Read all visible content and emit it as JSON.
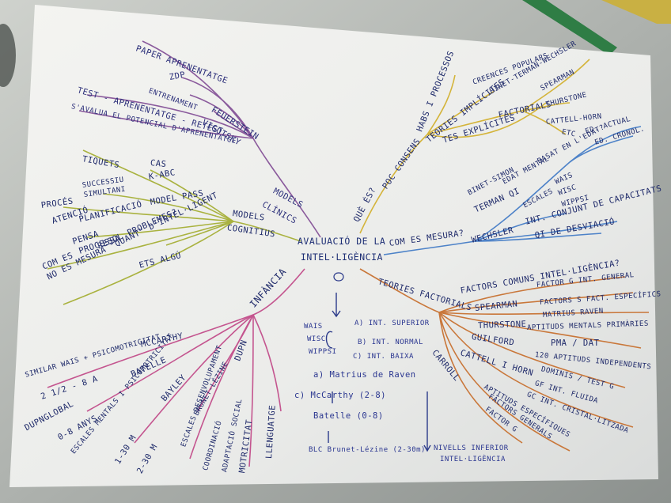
{
  "center": {
    "line1": "Avaluació de la",
    "line2": "Intel·ligència"
  },
  "branches": {
    "models_clinics": {
      "label_1": "Models",
      "label_2": "Clínics",
      "items": [
        "Paper aprenentatge",
        "ZDP",
        "Feuerstein",
        "Entrenament",
        "Vigotsky",
        "Test - aprenentatge - retest",
        "S'avalua el potencial d'aprenentatge"
      ]
    },
    "models_cognitius": {
      "label_1": "Models",
      "label_2": "Cognitius",
      "items": [
        "Tiquets",
        "CAS",
        "K-ABC",
        "Successiu",
        "Simultani",
        "Procés",
        "Atenció",
        "Model PASS",
        "Planificació",
        "Pensa",
        "Processa",
        "Resol problemes?",
        "Com es",
        "No es mesura \"quant\" d'intel·ligent",
        "Ets algú"
      ]
    },
    "que_es": {
      "label_1": "Què és?",
      "label_2": "Poc consens",
      "items": [
        "Habs i processos",
        "Teories implícites",
        "Creences populars",
        "Tes explícites",
        "Binet-Terman-Wechsler",
        "Factorials",
        "Spearman",
        "Thurstone",
        "Cattell-Horn",
        "Etc"
      ]
    },
    "com_es_mesura": {
      "label": "Com es mesura?",
      "items": [
        "Binet-Simon",
        "Edat mental",
        "Basat en l'edat?",
        "Ed. actual",
        "Ed. cronol.",
        "Terman QI",
        "Escales",
        "WAIS",
        "WISC",
        "WIPPSI",
        "Wechsler",
        "Int. conjunt de capacitats",
        "QI de desviació"
      ]
    },
    "teories_factorials": {
      "label": "Teories factorials",
      "items": [
        "Factors comuns intel·ligència?",
        "Spearman",
        "Factor G int. general",
        "Factors S fact. específics",
        "Matrius Raven",
        "Thurstone",
        "Aptituds mentals primàries",
        "Guilford",
        "PMA / DAT",
        "Cattell i Horn",
        "120 aptituds independents",
        "Carroll",
        "Dominis / test G",
        "GF int. fluida",
        "GC int. cristal·litzada",
        "Aptituds específiques",
        "Factors generals",
        "Factor G"
      ]
    },
    "infancia": {
      "label": "Infància",
      "items": [
        "McCarthy",
        "Similar WAIS + psicomotricitat",
        "2 1/2 - 8 A",
        "Batelle",
        "Dupnglobal",
        "0-8 anys",
        "Bayley",
        "Escales mentals i psicomotricitat",
        "1-30 m",
        "2-30 m",
        "Brunet-Lézine",
        "Escales desenvolupament",
        "Dupn",
        "Coordinació",
        "Adaptació social",
        "Motricitat",
        "Llenguatge"
      ]
    },
    "center_notes": {
      "wais": "WAIS",
      "wisc": "WISC",
      "wippsi": "WIPPSI",
      "a": "a) Int. superior",
      "b": "b) Int. normal",
      "c": "c) Int. baixa",
      "raven": "a) Matrius de Raven",
      "mccarthy": "c) McCarthy (2-8)",
      "batelle": "Batelle (0-8)",
      "blc": "BLC Brunet-Lézine (2-30m)",
      "nivells": "Nivells inferior",
      "nivells2": "intel·ligència"
    }
  },
  "colors": {
    "purple": "#7a4d8e",
    "olive": "#a7b33a",
    "yellow": "#d6b32b",
    "blue": "#4a7fc7",
    "orange": "#c8722a",
    "pink": "#c0508a",
    "ink": "#26358a"
  }
}
